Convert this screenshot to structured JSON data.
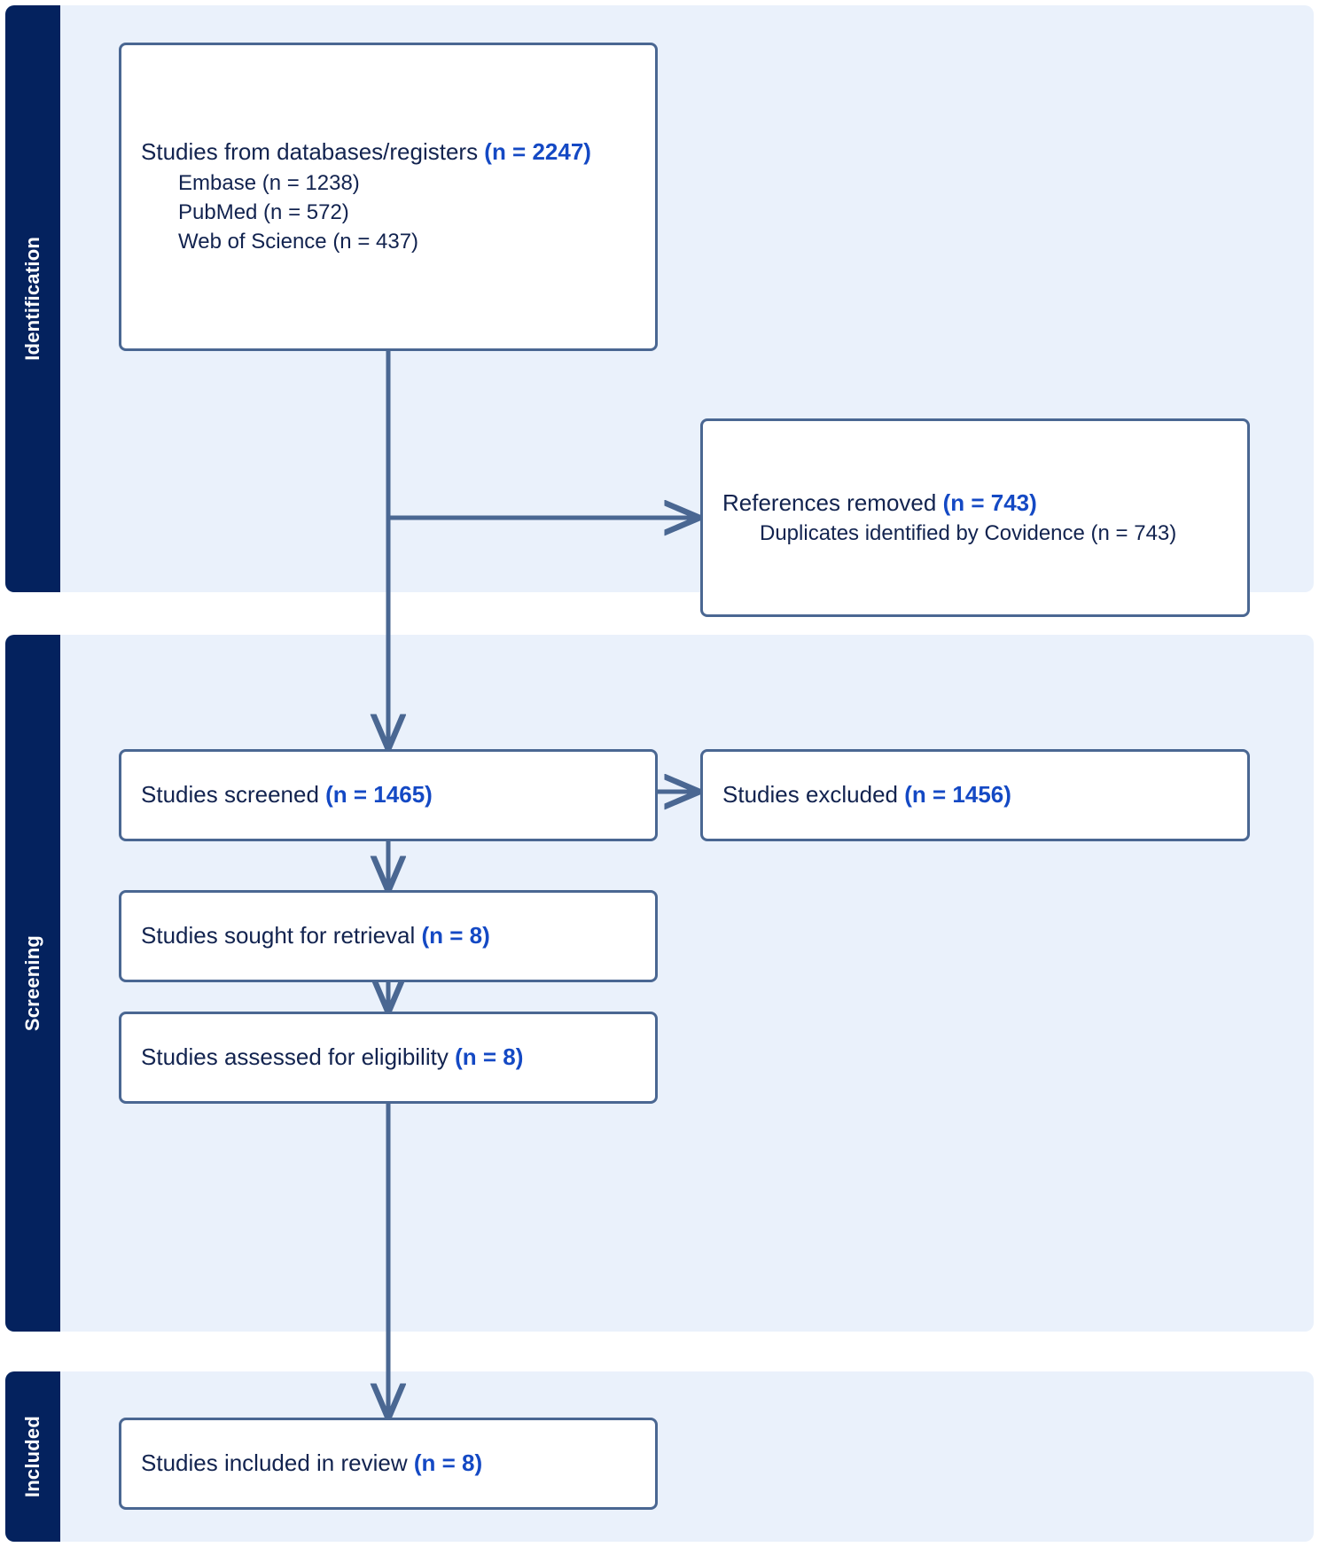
{
  "diagram": {
    "type": "prisma-flow-diagram",
    "colors": {
      "band_background": "#eaf1fb",
      "band_label_background": "#04225e",
      "band_label_text": "#ffffff",
      "box_border": "#4a6792",
      "box_background": "#ffffff",
      "text": "#12234f",
      "count_accent": "#1449c4",
      "connector": "#4a6792",
      "page_background": "#ffffff"
    }
  },
  "stages": [
    {
      "id": "identification",
      "label": "Identification"
    },
    {
      "id": "screening",
      "label": "Screening"
    },
    {
      "id": "included",
      "label": "Included"
    }
  ],
  "boxes": {
    "databases": {
      "title_text": "Studies from databases/registers ",
      "title_count": "(n = 2247)",
      "sources": [
        "Embase (n = 1238)",
        "PubMed (n = 572)",
        "Web of Science (n = 437)"
      ]
    },
    "references_removed": {
      "title_text": "References removed ",
      "title_count": "(n = 743)",
      "detail": "Duplicates identified by Covidence (n = 743)"
    },
    "screened": {
      "title_text": "Studies screened ",
      "title_count": "(n = 1465)"
    },
    "excluded": {
      "title_text": "Studies excluded ",
      "title_count": "(n = 1456)"
    },
    "sought": {
      "title_text": "Studies sought for retrieval ",
      "title_count": "(n = 8)"
    },
    "assessed": {
      "title_text": "Studies assessed for eligibility ",
      "title_count": "(n = 8)"
    },
    "included_review": {
      "title_text": "Studies included in review ",
      "title_count": "(n = 8)"
    }
  },
  "counts": {
    "databases_total": 2247,
    "embase": 1238,
    "pubmed": 572,
    "web_of_science": 437,
    "references_removed": 743,
    "duplicates_covidence": 743,
    "screened": 1465,
    "excluded": 1456,
    "sought_for_retrieval": 8,
    "assessed_for_eligibility": 8,
    "included_in_review": 8
  }
}
